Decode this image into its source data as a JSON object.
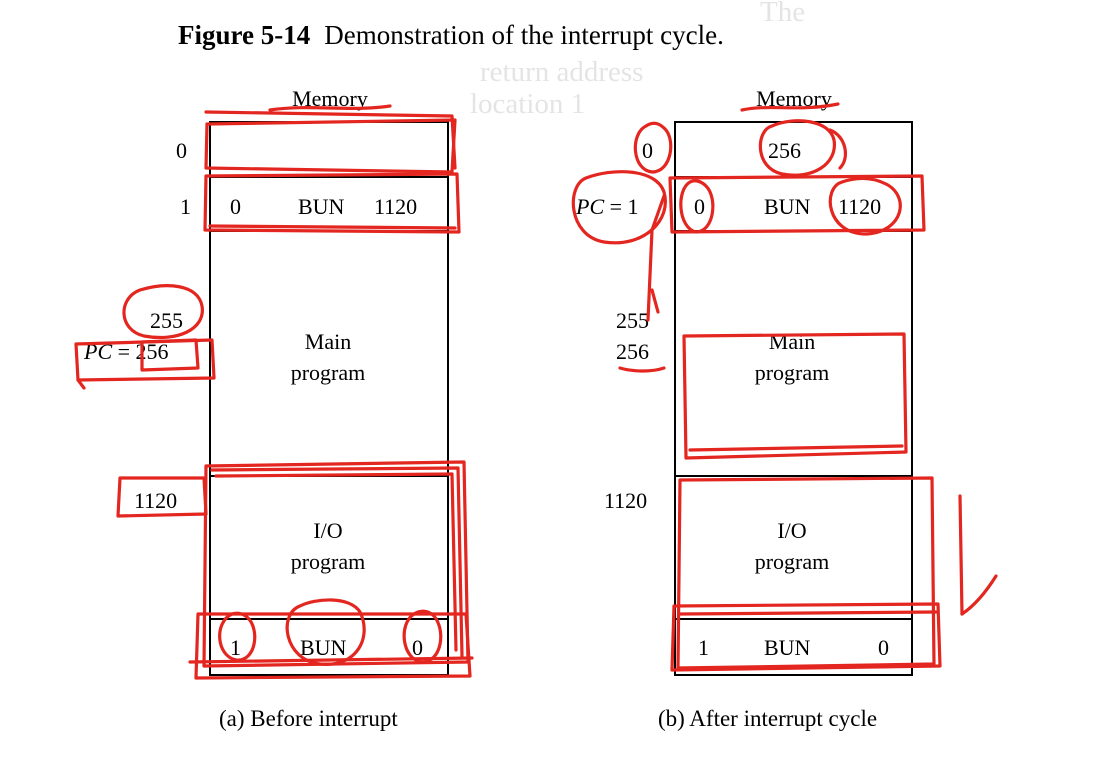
{
  "figure": {
    "number": "Figure 5-14",
    "title": "Demonstration of the interrupt cycle."
  },
  "panel_a": {
    "memory_label": "Memory",
    "caption": "(a) Before interrupt",
    "addresses": {
      "a0": "0",
      "a1": "1",
      "a255": "255",
      "pc_label": "PC = 256",
      "a1120": "1120"
    },
    "cells": {
      "word1_bit": "0",
      "word1_op": "BUN",
      "word1_addr": "1120",
      "main_line1": "Main",
      "main_line2": "program",
      "io_line1": "I/O",
      "io_line2": "program",
      "last_bit": "1",
      "last_op": "BUN",
      "last_addr": "0"
    }
  },
  "panel_b": {
    "memory_label": "Memory",
    "caption": "(b) After interrupt cycle",
    "addresses": {
      "a0": "0",
      "pc_label": "PC = 1",
      "a255": "255",
      "a256": "256",
      "a1120": "1120"
    },
    "cells": {
      "word0_value": "256",
      "word1_bit": "0",
      "word1_op": "BUN",
      "word1_addr": "1120",
      "main_line1": "Main",
      "main_line2": "program",
      "io_line1": "I/O",
      "io_line2": "program",
      "last_bit": "1",
      "last_op": "BUN",
      "last_addr": "0"
    }
  },
  "colors": {
    "annotation": "#e3261f",
    "ink": "#000000",
    "background_text": "#cfcfcf"
  }
}
